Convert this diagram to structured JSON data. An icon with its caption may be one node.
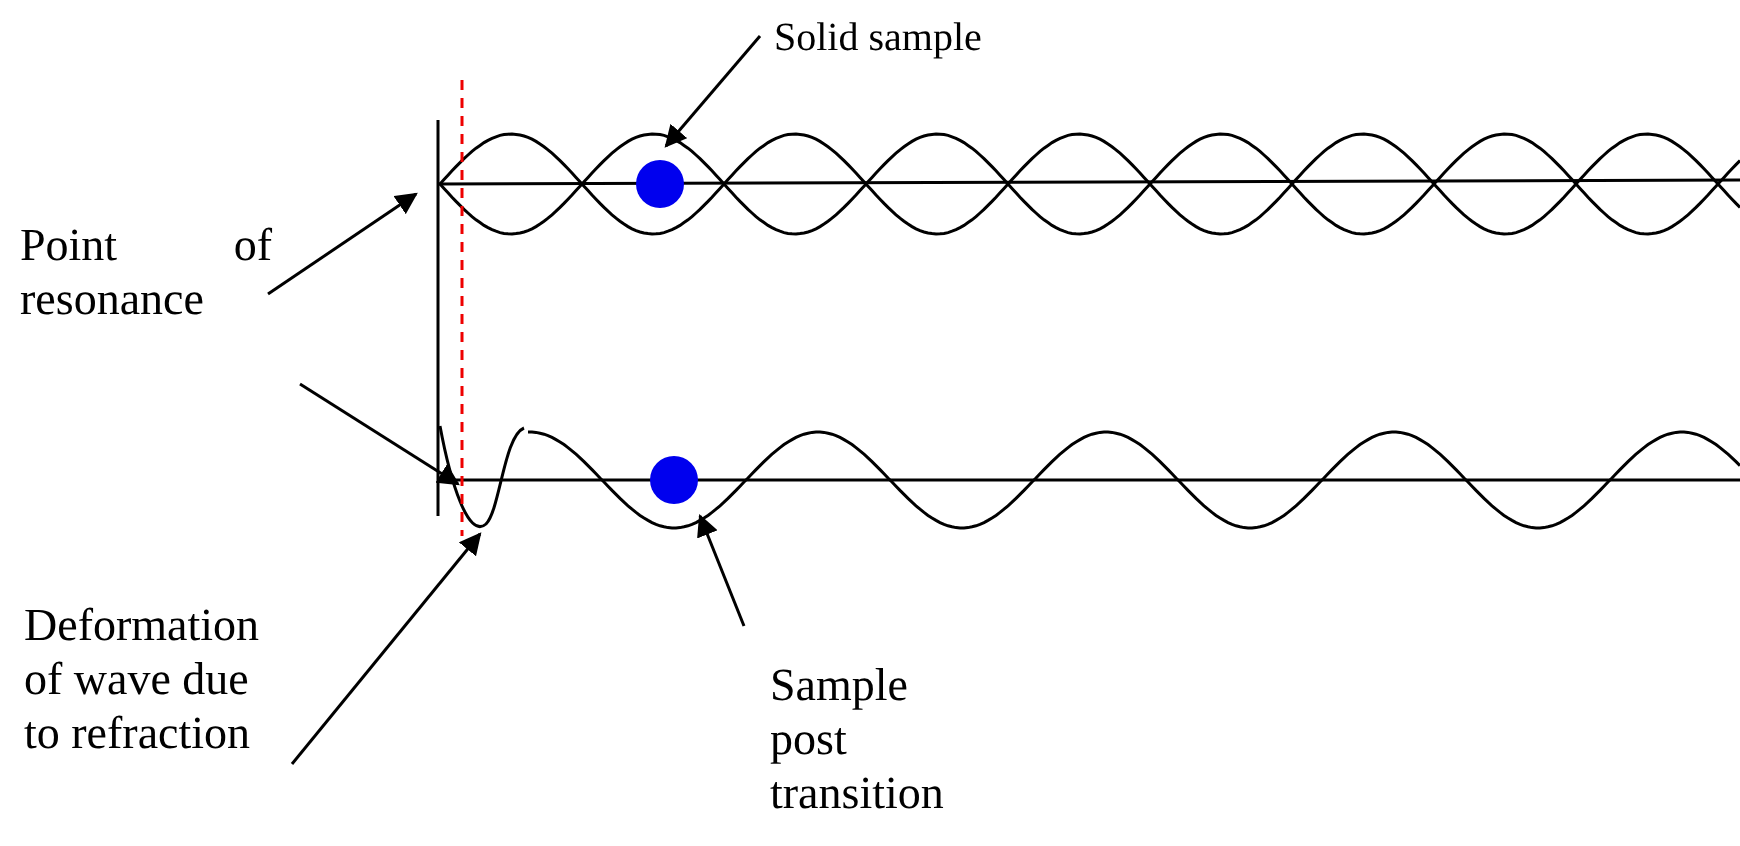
{
  "diagram": {
    "nodes": [
      {
        "text": [
          "Solid sample"
        ]
      },
      {
        "text": [
          "Point of resonance"
        ]
      },
      {
        "text": [
          "Deformation of wave due to refraction"
        ]
      },
      {
        "text": [
          "Sample post transition"
        ]
      },
      {
        "text": [],
        "shape": "picture"
      },
      {
        "text": [],
        "shape": "circle",
        "in": 4
      },
      {
        "text": [],
        "shape": "picture"
      },
      {
        "text": [],
        "shape": "circle",
        "in": 6
      }
    ],
    "edges": [
      {
        "from": 0,
        "to": 5,
        "arrow": "to"
      },
      {
        "from": 1,
        "to": 4,
        "arrow": "to"
      },
      {
        "from": 1,
        "to": 6,
        "arrow": "to"
      },
      {
        "from": 2,
        "to": 6,
        "arrow": "to"
      },
      {
        "from": 3,
        "to": 7,
        "arrow": "to"
      }
    ]
  }
}
